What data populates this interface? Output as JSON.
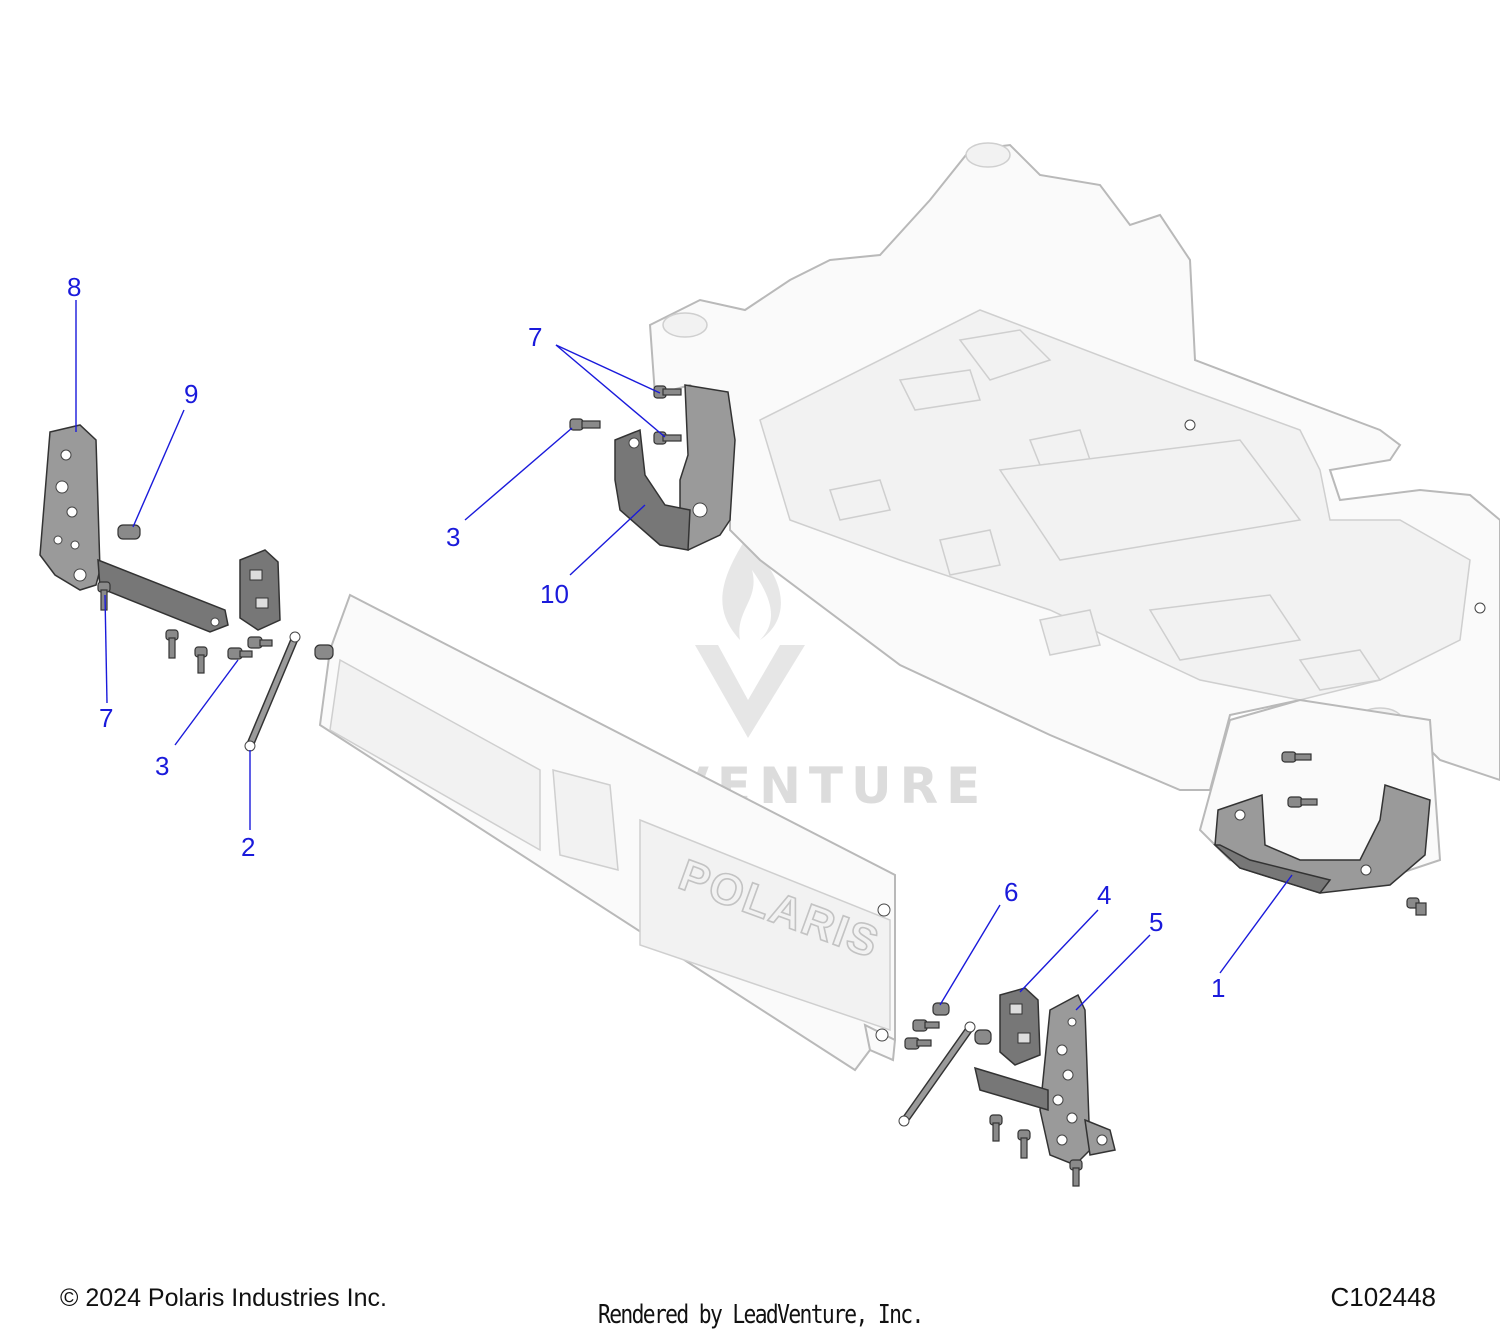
{
  "callouts": [
    {
      "id": "1",
      "label": "1"
    },
    {
      "id": "2",
      "label": "2"
    },
    {
      "id": "3a",
      "label": "3"
    },
    {
      "id": "3b",
      "label": "3"
    },
    {
      "id": "4",
      "label": "4"
    },
    {
      "id": "5",
      "label": "5"
    },
    {
      "id": "6",
      "label": "6"
    },
    {
      "id": "7a",
      "label": "7"
    },
    {
      "id": "7b",
      "label": "7"
    },
    {
      "id": "8",
      "label": "8"
    },
    {
      "id": "9",
      "label": "9"
    },
    {
      "id": "10",
      "label": "10"
    }
  ],
  "bumper_logo": "POLARIS",
  "watermark": "LEADVENTURE",
  "footer": {
    "copyright": "© 2024 Polaris Industries Inc.",
    "rendered_by": "Rendered by LeadVenture, Inc.",
    "figure_id": "C102448"
  },
  "colors": {
    "callout": "#1a1adb",
    "outline": "#b9b9b9",
    "part_dark": "#777777"
  }
}
